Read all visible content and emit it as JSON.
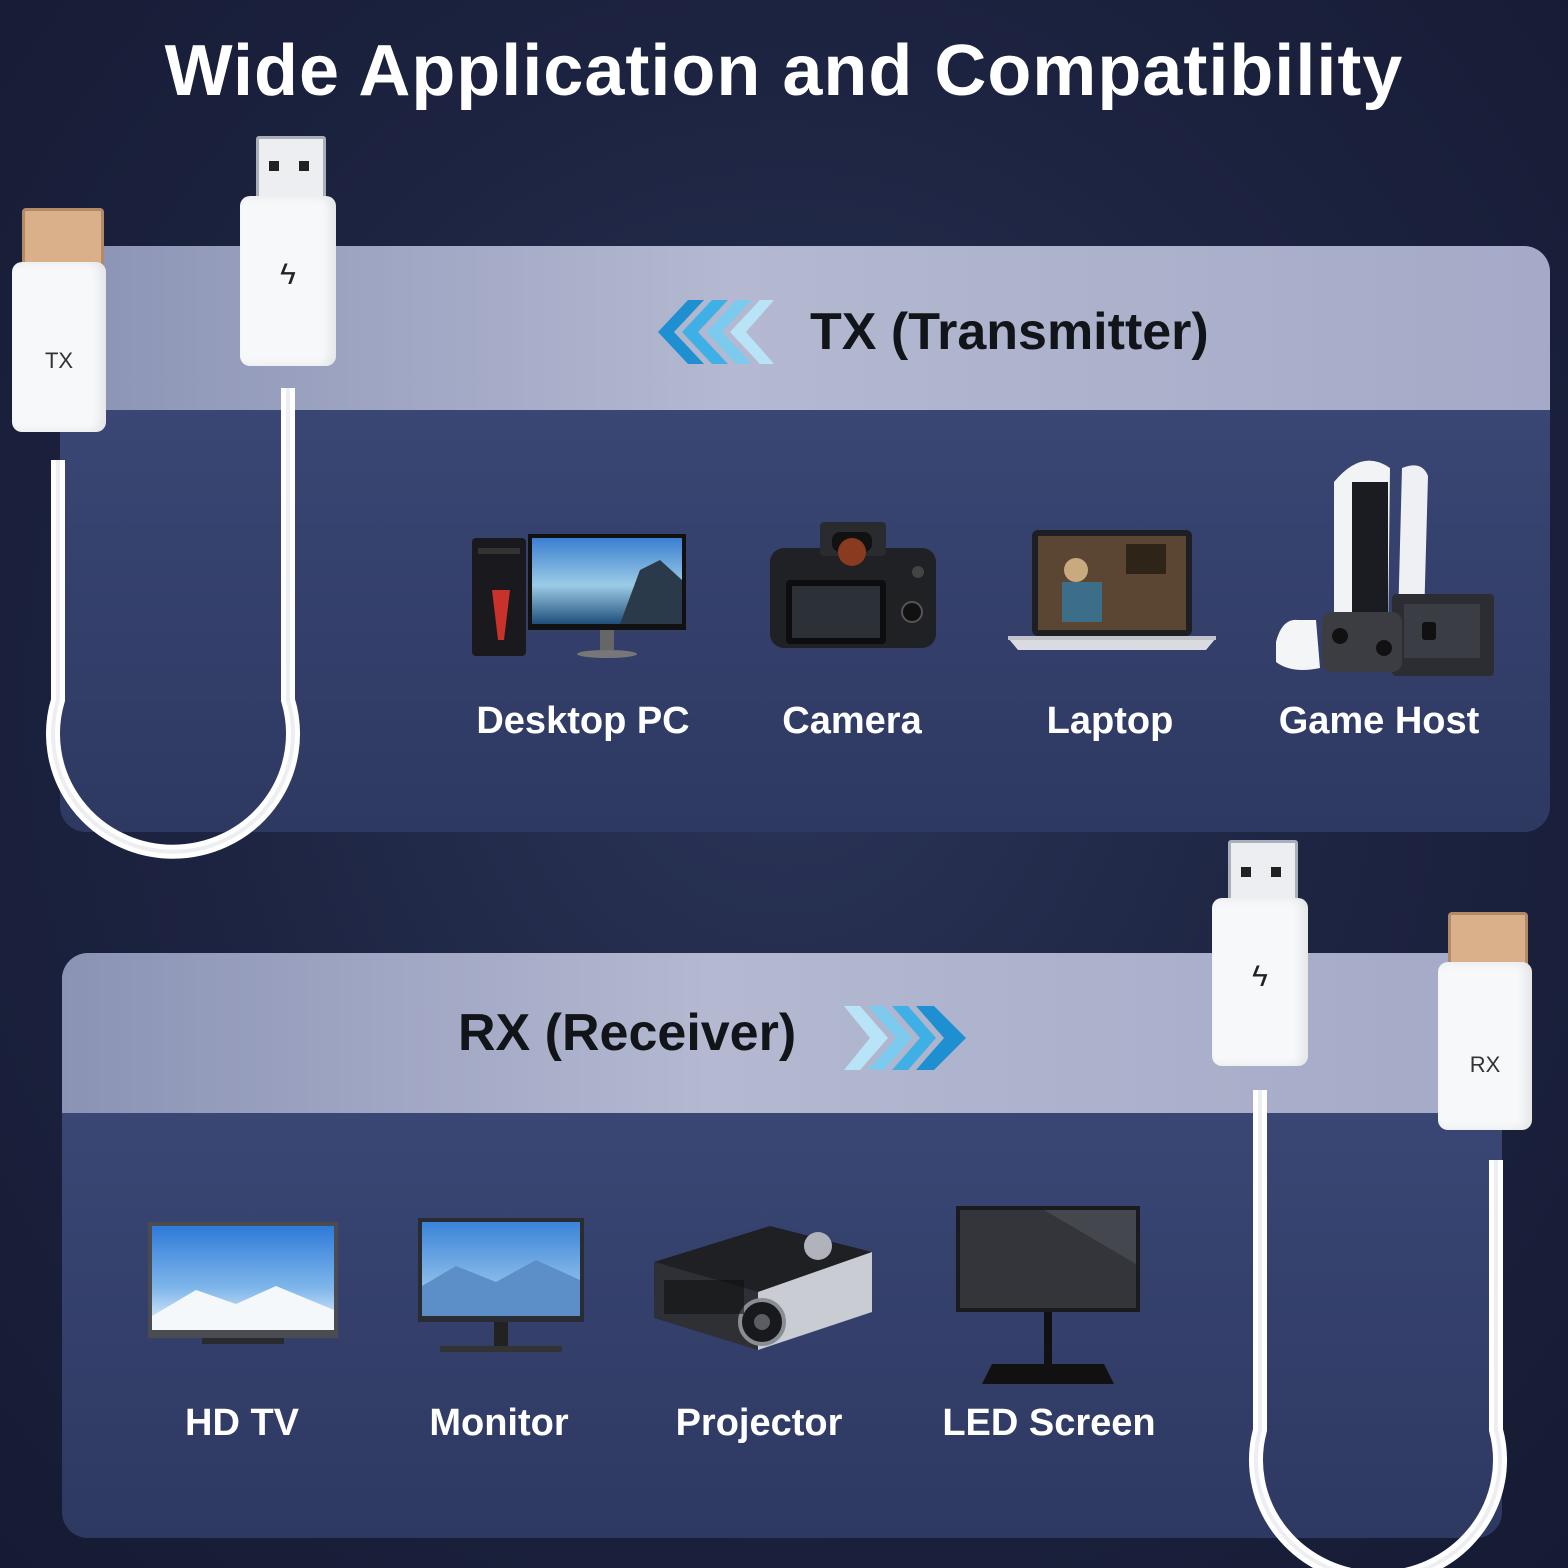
{
  "title": "Wide Application and Compatibility",
  "tx_section": {
    "label": "TX (Transmitter)",
    "arrow_icon": "chevrons-left-icon",
    "devices": [
      {
        "label": "Desktop PC",
        "icon": "desktop-pc-icon"
      },
      {
        "label": "Camera",
        "icon": "camera-icon"
      },
      {
        "label": "Laptop",
        "icon": "laptop-icon"
      },
      {
        "label": "Game Host",
        "icon": "game-console-icon"
      }
    ]
  },
  "rx_section": {
    "label": "RX (Receiver)",
    "arrow_icon": "chevrons-right-icon",
    "devices": [
      {
        "label": "HD TV",
        "icon": "tv-icon"
      },
      {
        "label": "Monitor",
        "icon": "monitor-icon"
      },
      {
        "label": "Projector",
        "icon": "projector-icon"
      },
      {
        "label": "LED Screen",
        "icon": "led-screen-icon"
      }
    ]
  },
  "dongles": {
    "tx_tag": "TX",
    "rx_tag": "RX"
  },
  "colors": {
    "background": "#1c2340",
    "panel_header": "#b4b9d1",
    "panel_body": "#3e4b7a",
    "arrow_blue": "#2fa8e0",
    "text_white": "#ffffff",
    "text_dark": "#111418"
  }
}
